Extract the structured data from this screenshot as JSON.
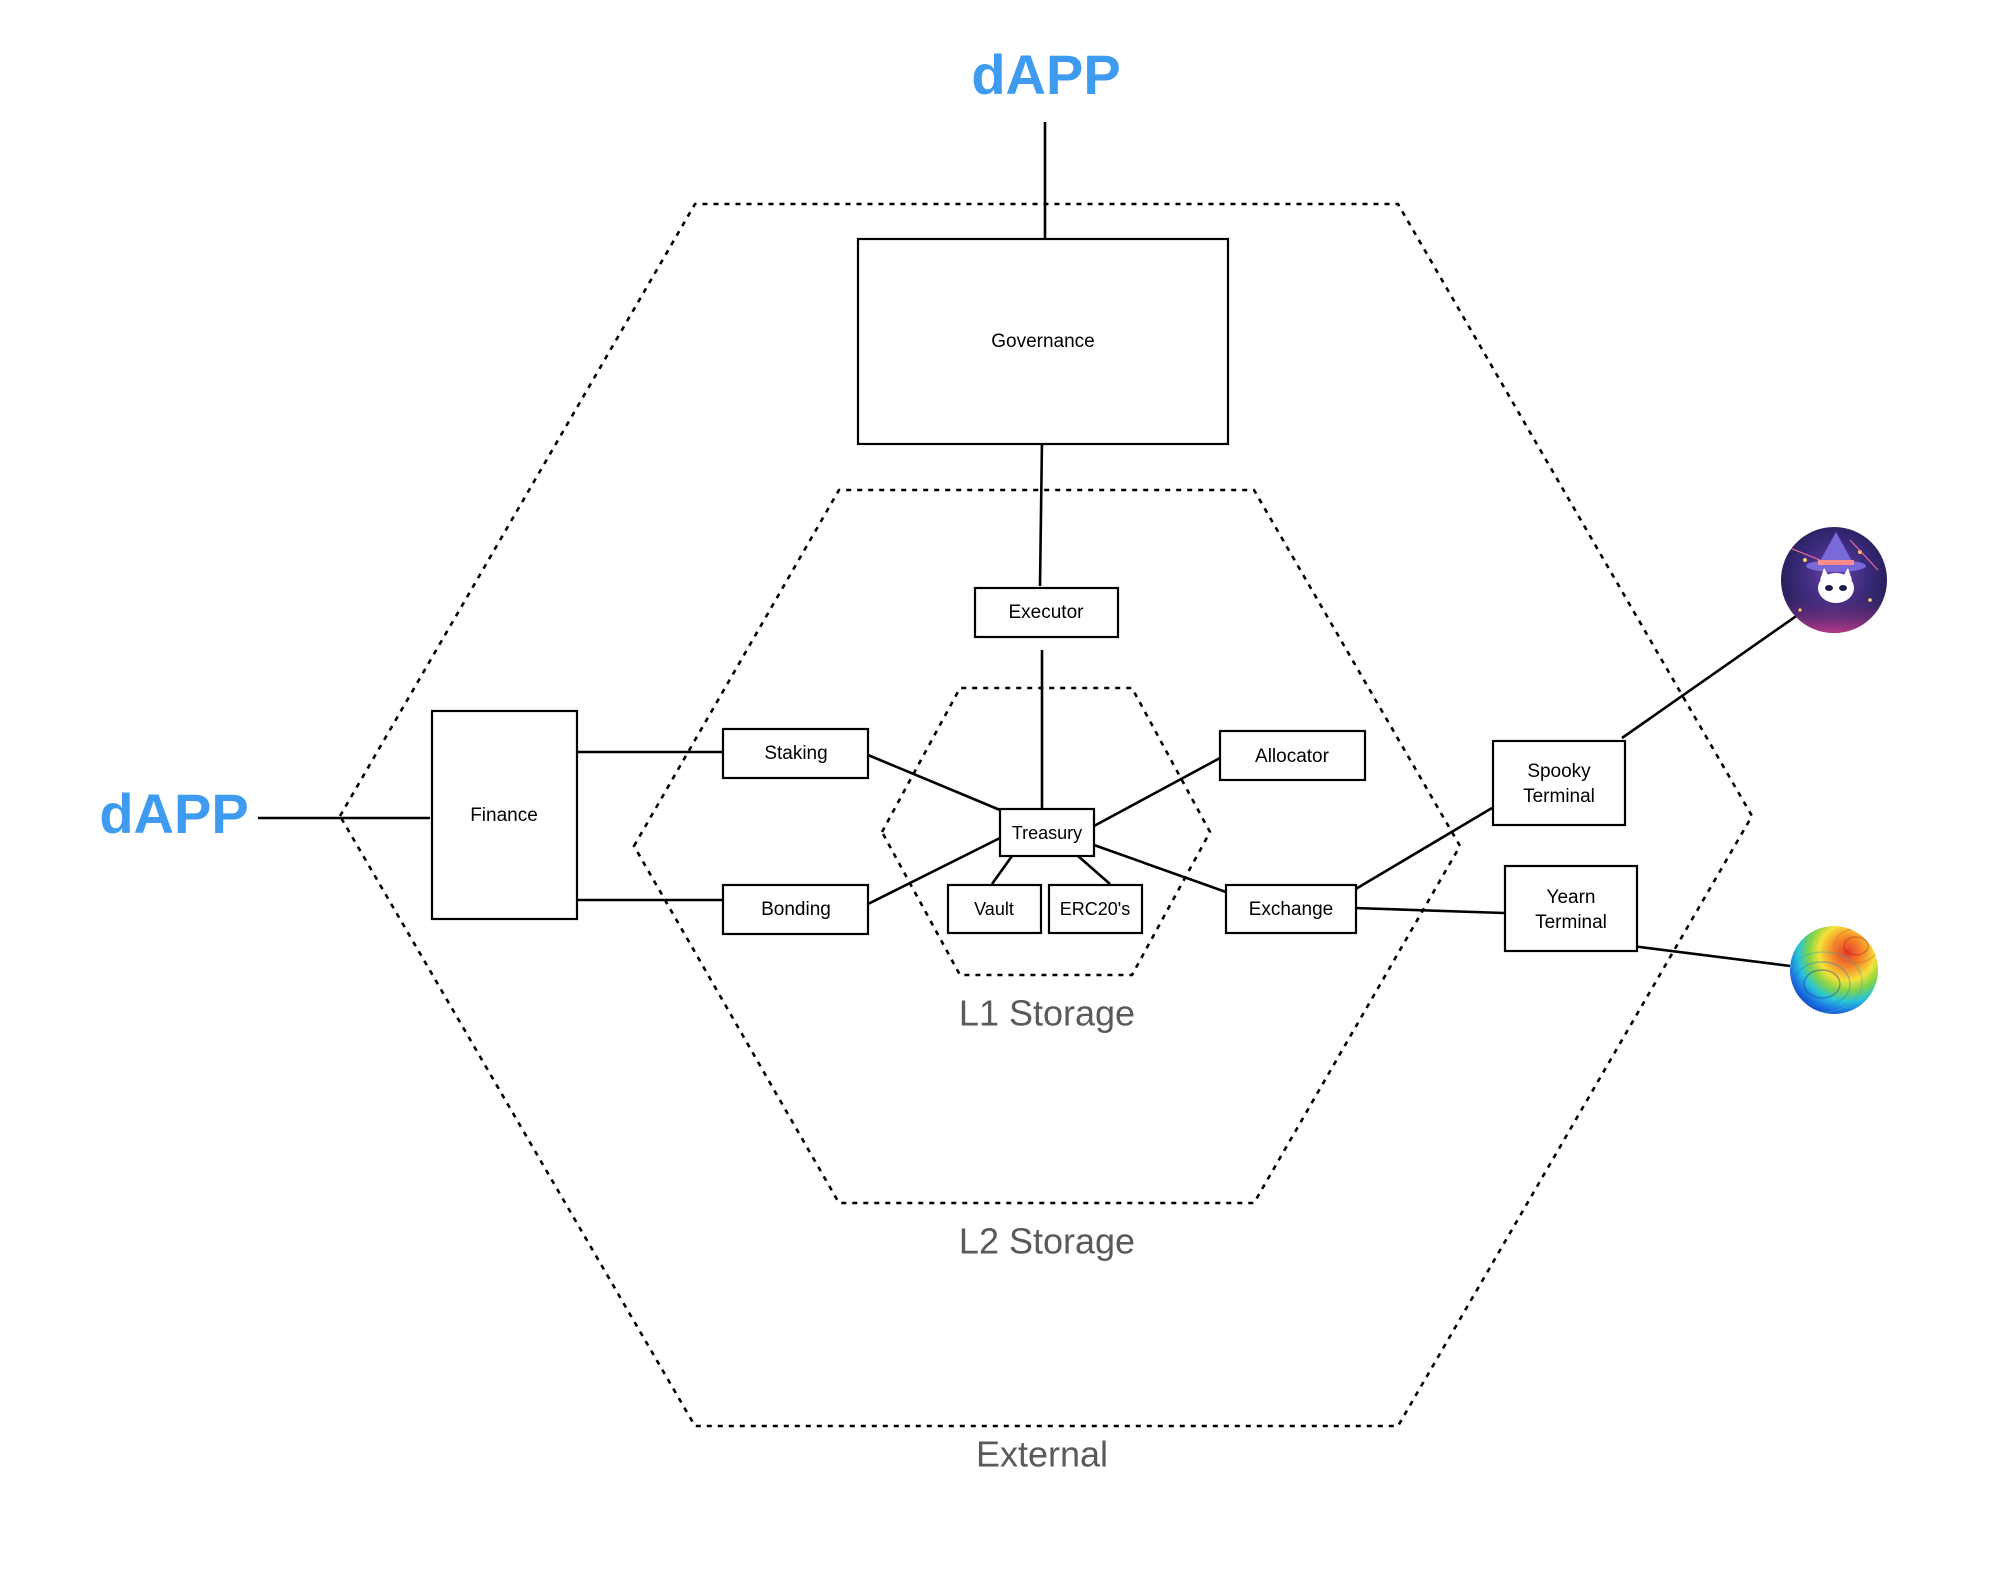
{
  "diagram": {
    "dapp_top": "dAPP",
    "dapp_left": "dAPP",
    "zones": {
      "external": "External",
      "l2": "L2 Storage",
      "l1": "L1 Storage"
    },
    "nodes": {
      "governance": "Governance",
      "executor": "Executor",
      "finance": "Finance",
      "staking": "Staking",
      "bonding": "Bonding",
      "treasury": "Treasury",
      "vault": "Vault",
      "erc20": "ERC20's",
      "allocator": "Allocator",
      "exchange": "Exchange",
      "spooky_terminal_line1": "Spooky",
      "spooky_terminal_line2": "Terminal",
      "yearn_terminal_line1": "Yearn",
      "yearn_terminal_line2": "Terminal"
    },
    "logos": {
      "spooky": "spookyswap-logo-icon",
      "yearn": "yearn-logo-icon"
    },
    "colors": {
      "dapp": "#3f9bef",
      "zone_label": "#5a5a5a",
      "line": "#000000"
    }
  }
}
